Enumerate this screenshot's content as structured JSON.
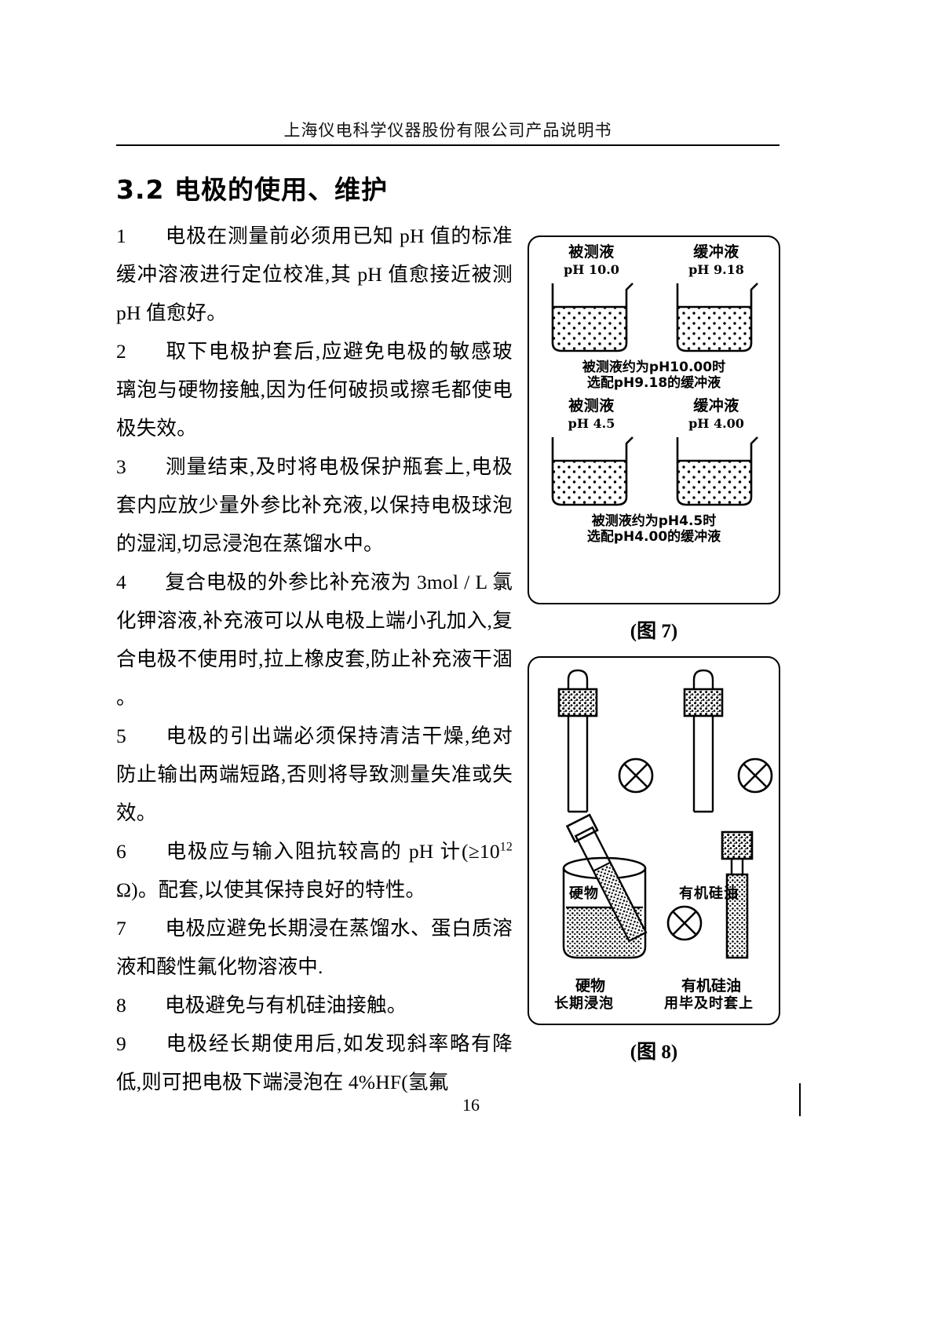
{
  "header": {
    "title": "上海仪电科学仪器股份有限公司产品说明书"
  },
  "section": {
    "title": "3.2 电极的使用、维护"
  },
  "items": [
    {
      "num": "1",
      "text": "电极在测量前必须用已知 pH 值的标准缓冲溶液进行定位校准,其 pH 值愈接近被测 pH 值愈好。"
    },
    {
      "num": "2",
      "text": "取下电极护套后,应避免电极的敏感玻璃泡与硬物接触,因为任何破损或擦毛都使电极失效。"
    },
    {
      "num": "3",
      "text": "测量结束,及时将电极保护瓶套上,电极套内应放少量外参比补充液,以保持电极球泡的湿润,切忌浸泡在蒸馏水中。"
    },
    {
      "num": "4",
      "text": "复合电极的外参比补充液为 3mol / L 氯化钾溶液,补充液可以从电极上端小孔加入,复合电极不使用时,拉上橡皮套,防止补充液干涸 。"
    },
    {
      "num": "5",
      "text": "电极的引出端必须保持清洁干燥,绝对防止输出两端短路,否则将导致测量失准或失效。"
    },
    {
      "num": "6",
      "text_before": "电极应与输入阻抗较高的 pH 计(≥10",
      "superscript": "12",
      "text_after": " Ω)。配套,以使其保持良好的特性。"
    },
    {
      "num": "7",
      "text": "电极应避免长期浸在蒸馏水、蛋白质溶液和酸性氟化物溶液中."
    },
    {
      "num": "8",
      "text": "电极避免与有机硅油接触。"
    },
    {
      "num": "9",
      "text": "电极经长期使用后,如发现斜率略有降低,则可把电极下端浸泡在 4%HF(氢氟"
    }
  ],
  "figure7": {
    "caption": "(图 7)",
    "pairs": [
      {
        "sample_label": "被测液",
        "sample_ph": "pH 10.0",
        "buffer_label": "缓冲液",
        "buffer_ph": "pH 9.18",
        "note_line1": "被测液约为pH10.00时",
        "note_line2": "选配pH9.18的缓冲液"
      },
      {
        "sample_label": "被测液",
        "sample_ph": "pH 4.5",
        "buffer_label": "缓冲液",
        "buffer_ph": "pH 4.00",
        "note_line1": "被测液约为pH4.5时",
        "note_line2": "选配pH4.00的缓冲液"
      }
    ]
  },
  "figure8": {
    "caption": "(图 8)",
    "labels": [
      "硬物",
      "有机硅油",
      "长期浸泡",
      "用毕及时套上"
    ]
  },
  "page_number": "16"
}
